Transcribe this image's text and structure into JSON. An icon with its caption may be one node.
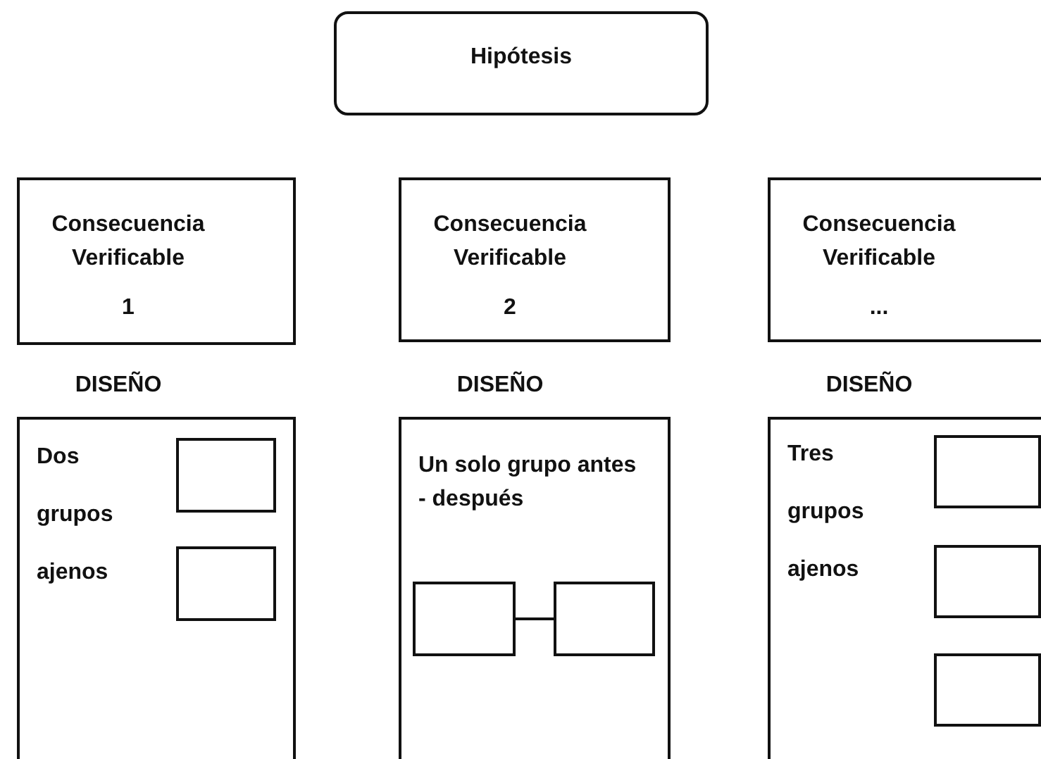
{
  "diagram": {
    "nodes": [
      {
        "text": [
          "Hipótesis"
        ]
      },
      {
        "text": [
          "Consecuencia Verificable",
          "1"
        ]
      },
      {
        "text": [
          "Consecuencia Verificable",
          "2"
        ]
      },
      {
        "text": [
          "Consecuencia Verificable",
          "..."
        ]
      },
      {
        "text": [
          "DISEÑO",
          "Dos grupos ajenos"
        ]
      },
      {
        "text": [],
        "shape": "box",
        "in": 4
      },
      {
        "text": [],
        "shape": "box",
        "in": 4
      },
      {
        "text": [
          "DISEÑO",
          "Un solo grupo antes - después"
        ]
      },
      {
        "text": [],
        "shape": "box",
        "in": 7
      },
      {
        "text": [],
        "shape": "box",
        "in": 7
      },
      {
        "text": [
          "DISEÑO",
          "Tres grupos ajenos"
        ]
      },
      {
        "text": [],
        "shape": "box",
        "in": 10
      },
      {
        "text": [],
        "shape": "box",
        "in": 10
      },
      {
        "text": [],
        "shape": "box",
        "in": 10
      }
    ],
    "edges": [
      {
        "from": 8,
        "to": 9,
        "arrow": "none"
      }
    ]
  }
}
